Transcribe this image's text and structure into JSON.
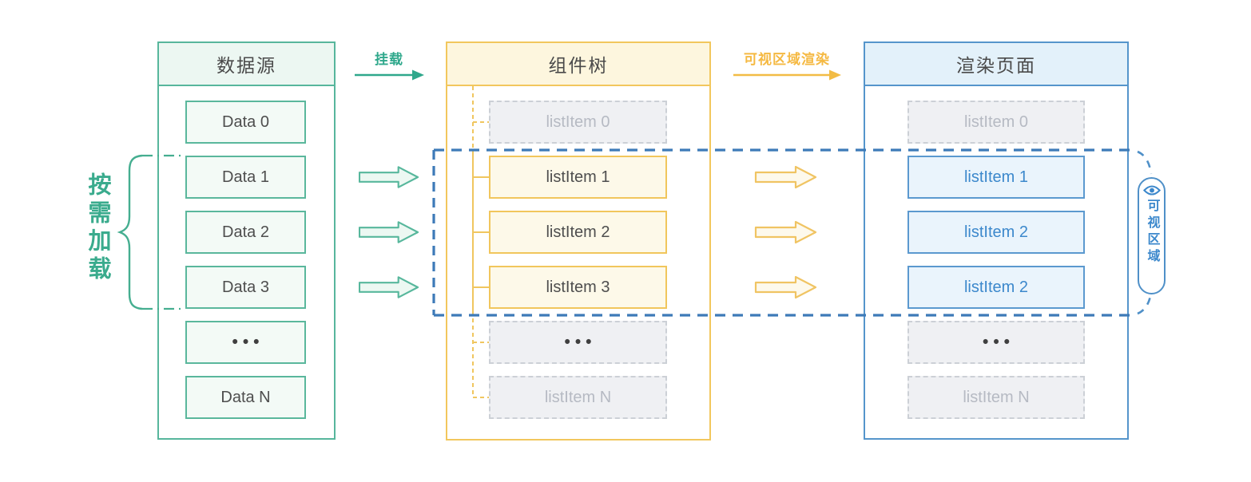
{
  "diagram_title": "virtual-list-rendering-flow",
  "annotations": {
    "on_demand_note": {
      "text": "按需加载",
      "color": "#3aab8d"
    },
    "viewport_badge": {
      "icon": "eye-icon",
      "text": "可视区域",
      "color": "#3c88cc"
    }
  },
  "flow_arrows": {
    "mount": {
      "label": "挂载",
      "color": "#2fa88c"
    },
    "viewport_render": {
      "label": "可视区域渲染",
      "color": "#f5b942"
    }
  },
  "columns": [
    {
      "id": "data-source",
      "title": "数据源",
      "accent": "#57b69c",
      "items": [
        {
          "label": "Data 0",
          "state": "normal"
        },
        {
          "label": "Data 1",
          "state": "normal"
        },
        {
          "label": "Data 2",
          "state": "normal"
        },
        {
          "label": "Data 3",
          "state": "normal"
        },
        {
          "label": "•••",
          "state": "ellipsis"
        },
        {
          "label": "Data N",
          "state": "normal"
        }
      ]
    },
    {
      "id": "component-tree",
      "title": "组件树",
      "accent": "#f2c75d",
      "items": [
        {
          "label": "listItem 0",
          "state": "inactive"
        },
        {
          "label": "listItem 1",
          "state": "active"
        },
        {
          "label": "listItem 2",
          "state": "active"
        },
        {
          "label": "listItem 3",
          "state": "active"
        },
        {
          "label": "•••",
          "state": "inactive-ellipsis"
        },
        {
          "label": "listItem N",
          "state": "inactive"
        }
      ]
    },
    {
      "id": "render-page",
      "title": "渲染页面",
      "accent": "#5595cb",
      "items": [
        {
          "label": "listItem 0",
          "state": "inactive"
        },
        {
          "label": "listItem 1",
          "state": "active"
        },
        {
          "label": "listItem 2",
          "state": "active"
        },
        {
          "label": "•••",
          "state": "inactive-ellipsis"
        },
        {
          "label": "listItem N",
          "state": "inactive"
        },
        {
          "label": "listItem 2",
          "state": "active-dup-placeholder"
        }
      ]
    }
  ],
  "viewport_region": {
    "stroke": "#3d7ab8",
    "rows_covered": [
      "listItem 1",
      "listItem 2",
      "listItem 3"
    ]
  }
}
